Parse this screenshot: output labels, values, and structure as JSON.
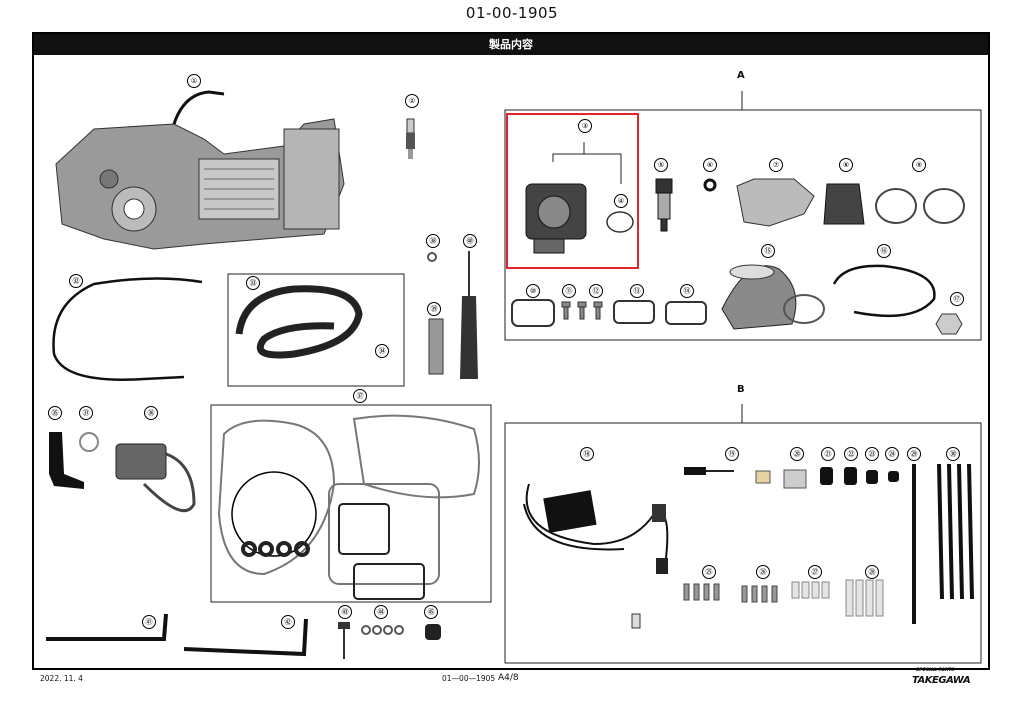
{
  "document_code": "01-00-1905",
  "header": {
    "title": "製品内容"
  },
  "groups": {
    "a": "A",
    "b": "B"
  },
  "parts": {
    "p1": "①",
    "p2": "②",
    "p3": "③",
    "p4": "④",
    "p5": "⑤",
    "p6": "⑥",
    "p7": "⑦",
    "p8": "⑧",
    "p9": "⑨",
    "p10": "⑩",
    "p11": "⑪",
    "p12": "⑫",
    "p13": "⑬",
    "p14": "⑭",
    "p15": "⑮",
    "p16": "⑯",
    "p17": "⑰",
    "p18": "⑱",
    "p19": "⑲",
    "p20": "⑳",
    "p21": "㉑",
    "p22": "㉒",
    "p23": "㉓",
    "p24": "㉔",
    "p25": "㉕",
    "p26": "㉖",
    "p27": "㉗",
    "p28": "㉘",
    "p29": "㉙",
    "p30": "㉚",
    "p31": "㉛",
    "p32": "㉜",
    "p33": "㉝",
    "p34": "㉞",
    "p35": "㉟",
    "p36": "㊱",
    "p37": "㊲",
    "p38": "㊳",
    "p39": "㊴",
    "p40": "㊵",
    "p41": "㊶",
    "p42": "㊷",
    "p43": "㊸",
    "p44": "㊹",
    "p45": "㊺"
  },
  "footer": {
    "date": "2022. 11. 4",
    "code": "01—00—1905",
    "page": "A4/8",
    "brand_top": "SPECIAL PARTS",
    "brand": "TAKEGAWA"
  },
  "colors": {
    "highlight": "#e0262b",
    "bar": "#111111"
  }
}
